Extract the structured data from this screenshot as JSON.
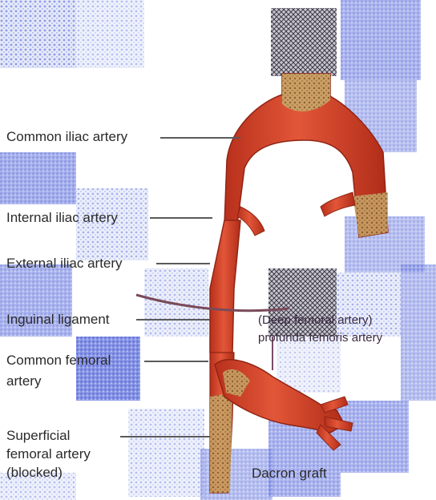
{
  "labels": {
    "common_iliac": "Common iliac artery",
    "internal_iliac": "Internal iliac artery",
    "external_iliac": "External iliac artery",
    "inguinal_ligament": "Inguinal ligament",
    "common_femoral_line1": "Common femoral",
    "common_femoral_line2": "artery",
    "superficial_line1": "Superficial",
    "superficial_line2": "femoral artery",
    "superficial_line3": "(blocked)",
    "deep_femoral": "(Deep femoral artery)",
    "profunda": "profunda femoris artery",
    "dacron_graft": "Dacron graft"
  },
  "colors": {
    "artery": "#d8462a",
    "artery_dark": "#a82a18",
    "graft": "#b89a55",
    "tile_blue": "#8a97e6",
    "tile_light": "#dfe4f6"
  }
}
